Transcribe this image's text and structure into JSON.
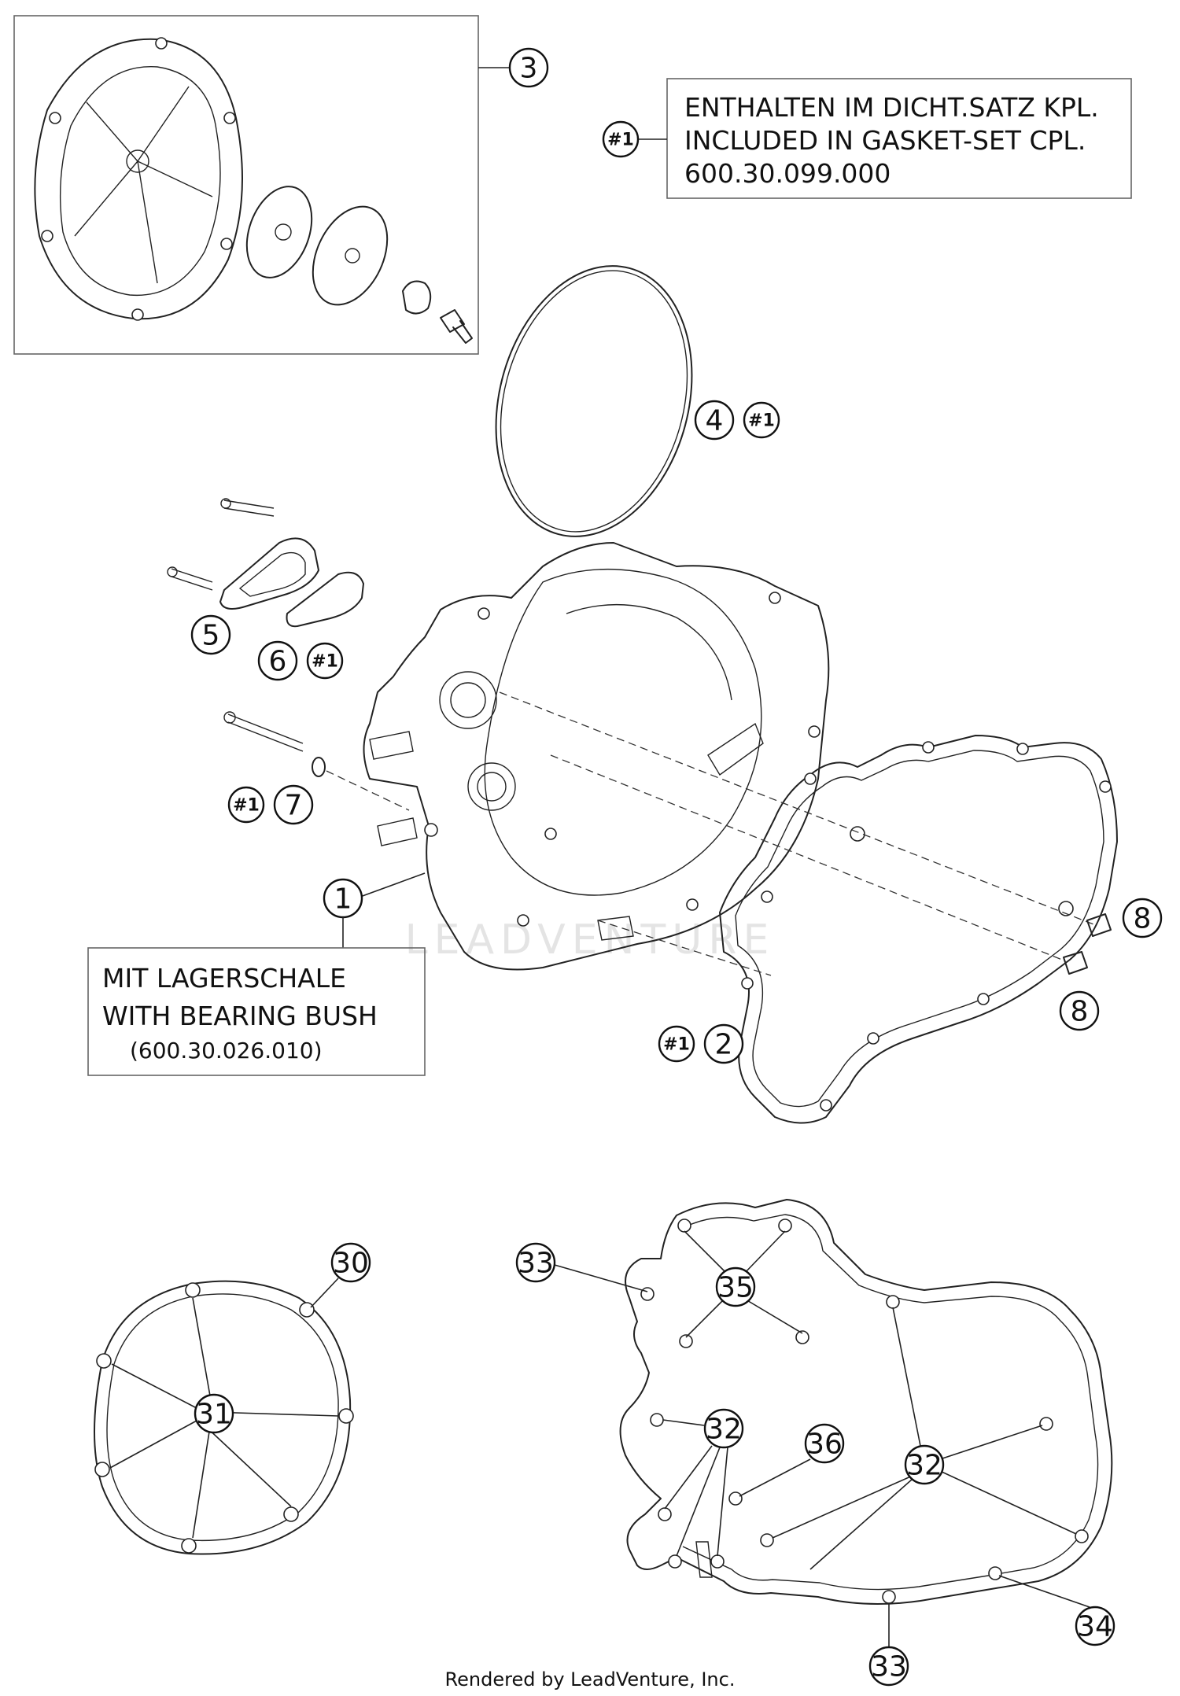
{
  "notes": {
    "gasket_set": {
      "line1": "ENTHALTEN IM DICHT.SATZ KPL.",
      "line2": "INCLUDED IN GASKET-SET CPL.",
      "line3": "600.30.099.000",
      "ref": "#1"
    },
    "bearing": {
      "line1": "MIT LAGERSCHALE",
      "line2": "WITH BEARING BUSH",
      "line3": "(600.30.026.010)"
    }
  },
  "callouts": {
    "c1": "1",
    "c2": "2",
    "c3": "3",
    "c4": "4",
    "c5": "5",
    "c6": "6",
    "c7": "7",
    "c8a": "8",
    "c8b": "8",
    "c30": "30",
    "c31": "31",
    "c32a": "32",
    "c32b": "32",
    "c33a": "33",
    "c33b": "33",
    "c34": "34",
    "c35": "35",
    "c36": "36"
  },
  "gasket_refs": {
    "g_note": "#1",
    "g4": "#1",
    "g6": "#1",
    "g7": "#1",
    "g2": "#1"
  },
  "watermark": "LEADVENTURE",
  "footer": "Rendered by LeadVenture, Inc."
}
